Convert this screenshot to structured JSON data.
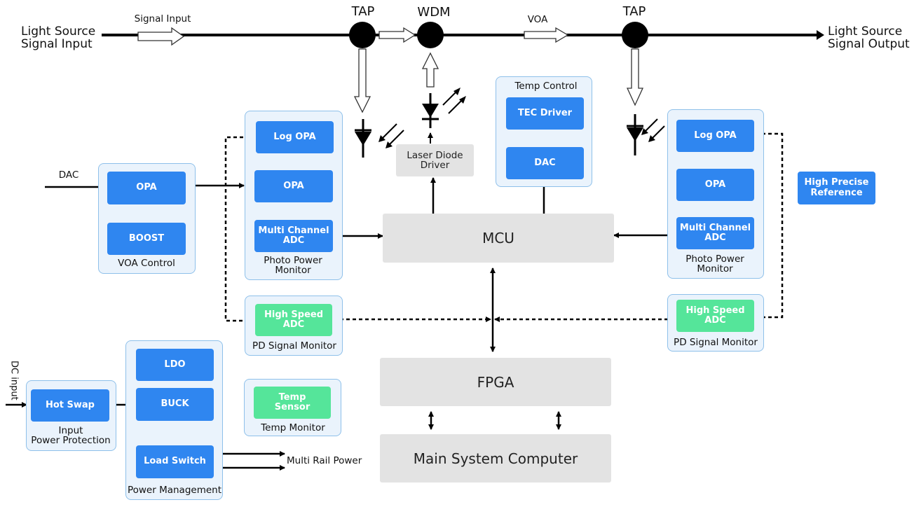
{
  "top": {
    "light_source_input": "Light Source\nSignal Input",
    "light_source_output": "Light Source\nSignal Output",
    "signal_input": "Signal Input",
    "tap_left": "TAP",
    "wdm": "WDM",
    "voa": "VOA",
    "tap_right": "TAP"
  },
  "voa_control": {
    "title": "VOA Control",
    "dac_label": "DAC",
    "opa": "OPA",
    "boost": "BOOST"
  },
  "photo_left": {
    "title": "Photo Power\nMonitor",
    "log_opa": "Log OPA",
    "opa": "OPA",
    "adc": "Multi Channel\nADC"
  },
  "pd_left": {
    "title": "PD Signal Monitor",
    "adc": "High Speed\nADC"
  },
  "laser": {
    "driver": "Laser Diode\nDriver"
  },
  "temp_control": {
    "title": "Temp Control",
    "tec": "TEC Driver",
    "dac": "DAC"
  },
  "mcu": "MCU",
  "fpga": "FPGA",
  "main_computer": "Main System Computer",
  "photo_right": {
    "title": "Photo Power\nMonitor",
    "log_opa": "Log OPA",
    "opa": "OPA",
    "adc": "Multi Channel\nADC"
  },
  "pd_right": {
    "title": "PD Signal Monitor",
    "adc": "High Speed\nADC"
  },
  "reference": "High Precise\nReference",
  "input_protection": {
    "dc_input": "DC input",
    "hot_swap": "Hot Swap",
    "title": "Input\nPower Protection"
  },
  "power_mgmt": {
    "ldo": "LDO",
    "buck": "BUCK",
    "load_switch": "Load Switch",
    "title": "Power Management",
    "multi_rail": "Multi Rail Power"
  },
  "temp_monitor": {
    "sensor": "Temp\nSensor",
    "title": "Temp Monitor"
  },
  "colors": {
    "block_blue": "#2f86f0",
    "block_green": "#55e59a",
    "group_fill": "#eaf3fc",
    "group_border": "#8ec0ea",
    "gray_block": "#e3e3e3"
  }
}
